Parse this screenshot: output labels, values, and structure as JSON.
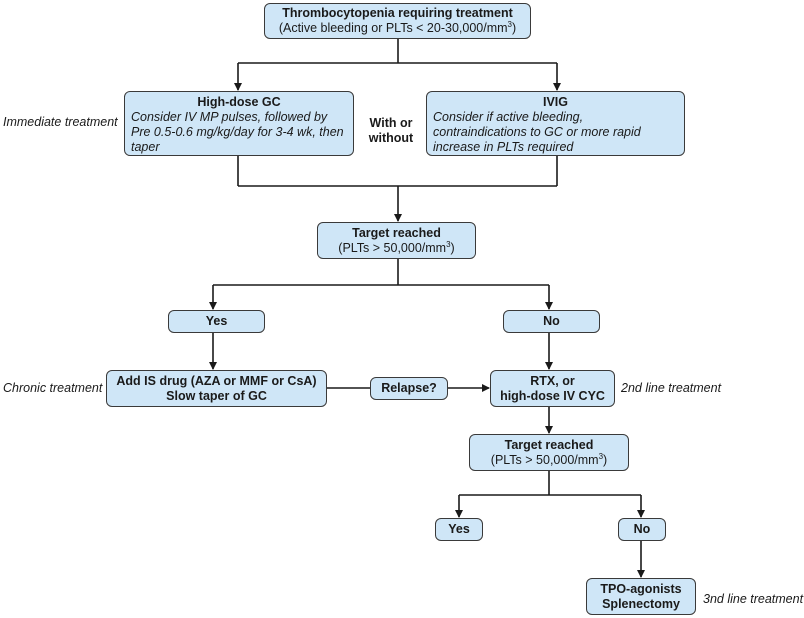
{
  "colors": {
    "box_fill": "#cfe6f7",
    "box_border": "#3a3a3a",
    "connector": "#1a1a1a"
  },
  "nodes": {
    "top": {
      "title": "Thrombocytopenia requiring treatment",
      "sub_pre": "(Active bleeding or PLTs < 20-30,000/mm",
      "sub_sup": "3",
      "sub_post": ")"
    },
    "gc": {
      "title": "High-dose GC",
      "body": "Consider IV MP pulses, followed by Pre 0.5-0.6 mg/kg/day for 3-4 wk, then taper"
    },
    "ivig": {
      "title": "IVIG",
      "body": "Consider if active bleeding, contraindications to GC or more rapid increase in PLTs required"
    },
    "with_or": {
      "line1": "With or",
      "line2": "without"
    },
    "target1": {
      "title": "Target reached",
      "sub_pre": "(PLTs > 50,000/mm",
      "sub_sup": "3",
      "sub_post": ")"
    },
    "yes1": {
      "label": "Yes"
    },
    "no1": {
      "label": "No"
    },
    "is_drug": {
      "line1": "Add IS drug (AZA or MMF or CsA)",
      "line2": "Slow taper of GC"
    },
    "relapse": {
      "label": "Relapse?"
    },
    "rtx": {
      "line1": "RTX, or",
      "line2": "high-dose IV CYC"
    },
    "target2": {
      "title": "Target reached",
      "sub_pre": "(PLTs > 50,000/mm",
      "sub_sup": "3",
      "sub_post": ")"
    },
    "yes2": {
      "label": "Yes"
    },
    "no2": {
      "label": "No"
    },
    "tpo": {
      "line1": "TPO-agonists",
      "line2": "Splenectomy"
    }
  },
  "side_labels": {
    "immediate": "Immediate treatment",
    "chronic": "Chronic treatment",
    "second_line": "2nd line treatment",
    "third_line": "3nd line treatment"
  }
}
